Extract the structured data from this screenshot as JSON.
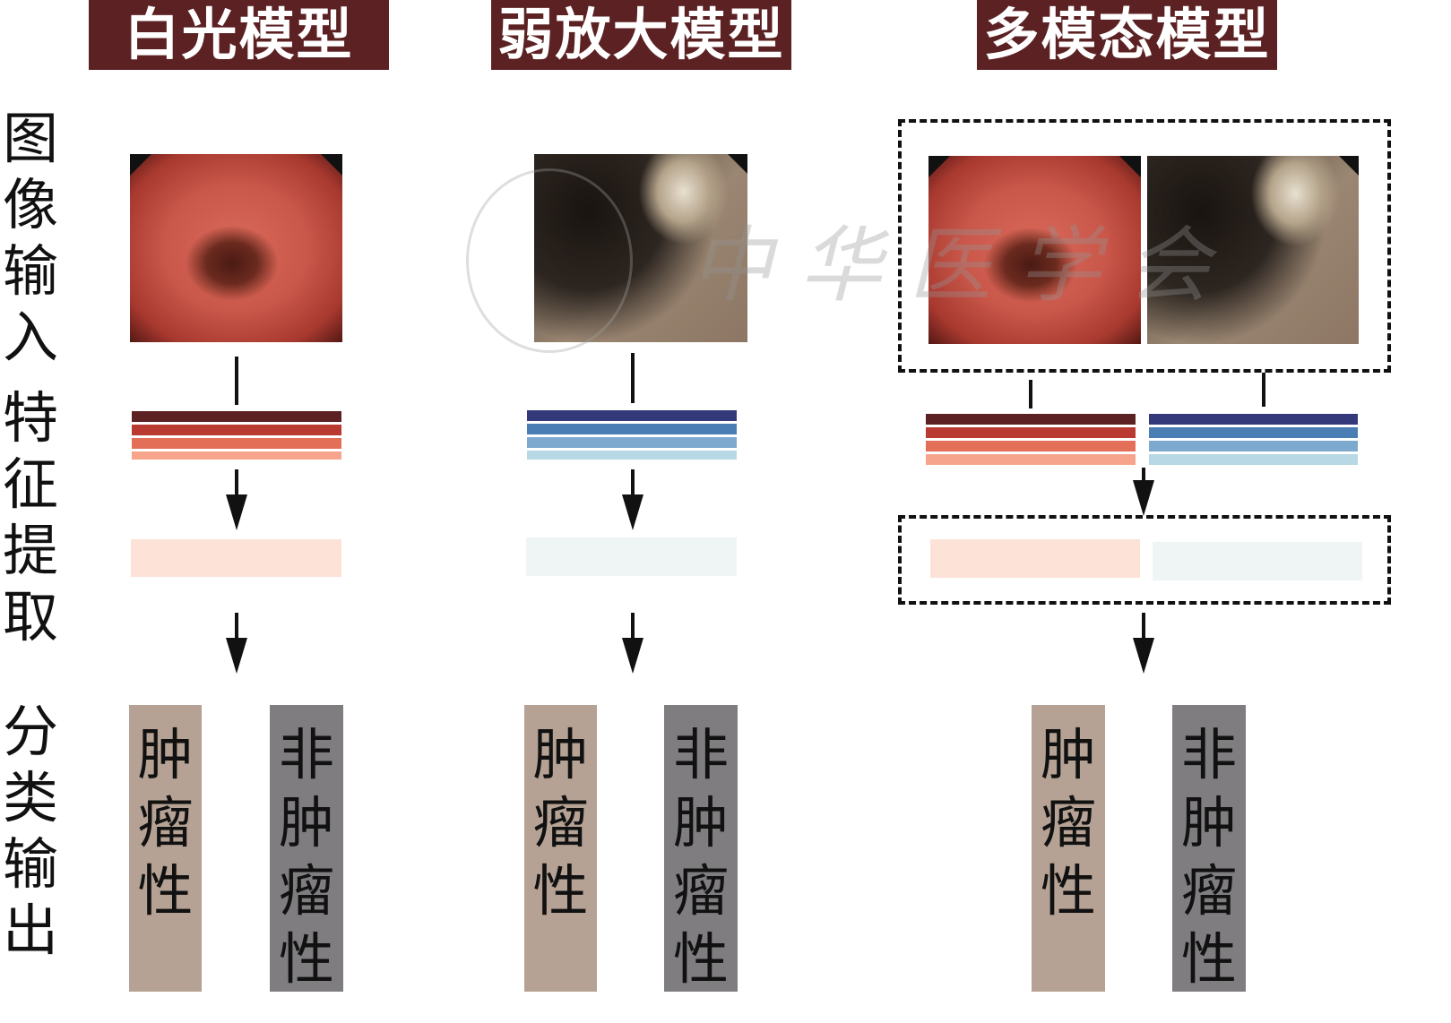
{
  "headers": {
    "white_light": "白光模型",
    "nbi": "弱放大模型",
    "multimodal": "多模态模型"
  },
  "row_labels": {
    "input": [
      "图",
      "像",
      "输",
      "入"
    ],
    "features": [
      "特",
      "征",
      "提",
      "取"
    ],
    "output": [
      "分",
      "类",
      "输",
      "出"
    ]
  },
  "outputs": {
    "neoplastic": [
      "肿",
      "瘤",
      "性"
    ],
    "non_neoplastic": [
      "非",
      "肿",
      "瘤",
      "性"
    ]
  },
  "watermark": "中华医学会",
  "colors": {
    "header_bg": "#5c2122",
    "red_features": [
      "#5c2122",
      "#b83a30",
      "#e36f58",
      "#f6a58c"
    ],
    "blue_features": [
      "#33397a",
      "#4a7db4",
      "#7ea9cf",
      "#b7d8e4"
    ],
    "red_fused": "#fde2d8",
    "blue_fused": "#eff5f5",
    "neoplastic_bg": "#b5a294",
    "non_neoplastic_bg": "#7f7d80"
  }
}
